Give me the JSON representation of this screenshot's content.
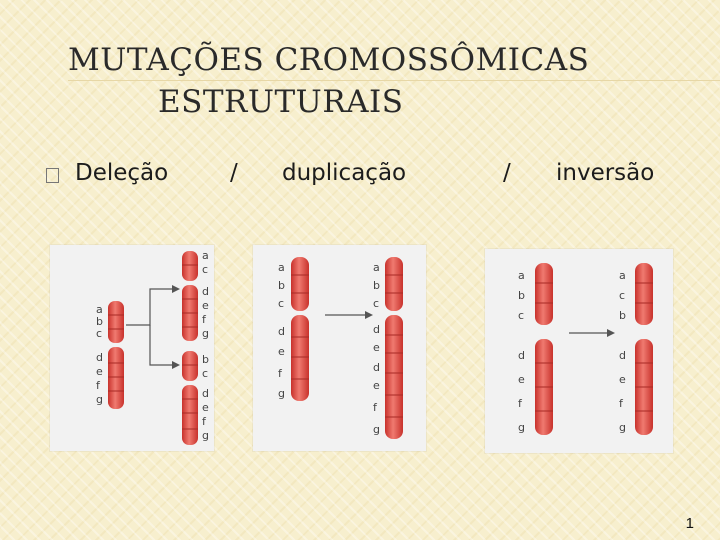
{
  "title": {
    "line1": "MUTAÇÕES CROMOSSÔMICAS",
    "line2": "ESTRUTURAIS"
  },
  "bullet": {
    "icon": "checkbox-bullet-icon",
    "items": [
      "Deleção",
      "/",
      "duplicação",
      "/",
      "inversão"
    ]
  },
  "colors": {
    "background": "#f7efce",
    "chromosome": "#e8524a",
    "panel": "#f2f2f2"
  },
  "panels": {
    "deletion": {
      "normal_labels": [
        "a",
        "b",
        "c",
        "d",
        "e",
        "f",
        "g"
      ],
      "top_labels": [
        "a",
        "c",
        "d",
        "e",
        "f",
        "g"
      ],
      "bottom_labels": [
        "b",
        "c",
        "d",
        "e",
        "f",
        "g"
      ]
    },
    "duplication": {
      "left_labels": [
        "a",
        "b",
        "c",
        "d",
        "e",
        "f",
        "g"
      ],
      "right_labels": [
        "a",
        "b",
        "c",
        "d",
        "e",
        "d",
        "e",
        "f",
        "g"
      ]
    },
    "inversion": {
      "left_labels": [
        "a",
        "b",
        "c",
        "d",
        "e",
        "f",
        "g"
      ],
      "right_labels": [
        "a",
        "c",
        "b",
        "d",
        "e",
        "f",
        "g"
      ]
    }
  },
  "page_number": "1"
}
